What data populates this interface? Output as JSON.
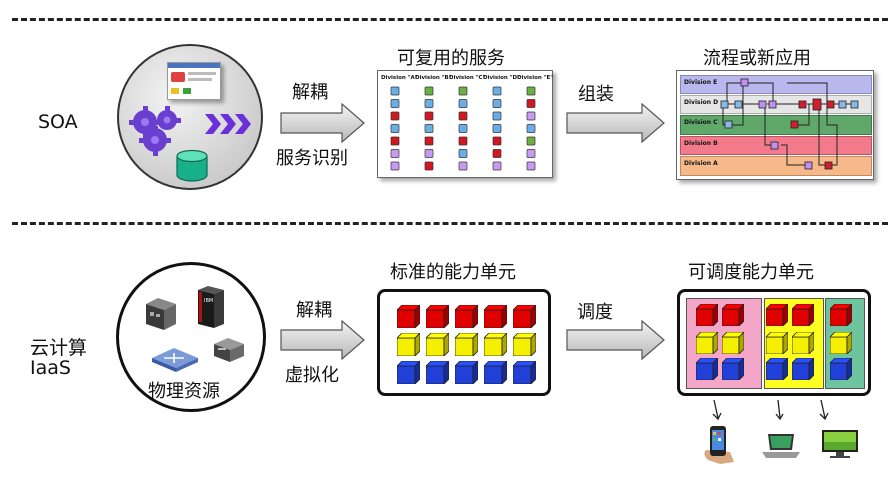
{
  "top": {
    "label": "SOA",
    "decouple_label": "解耦",
    "identify_label": "服务识别",
    "reusable_title": "可复用的服务",
    "divisions": [
      "Division \"A\"",
      "Division \"B\"",
      "Division \"C\"",
      "Division \"D\"",
      "Division \"E\""
    ],
    "assemble_label": "组装",
    "process_title": "流程或新应用",
    "lanes": [
      "Division E",
      "Division D",
      "Division C",
      "Division B",
      "Division A"
    ]
  },
  "bottom": {
    "label_line1": "云计算",
    "label_line2": "IaaS",
    "physical_label": "物理资源",
    "decouple_label": "解耦",
    "virtualize_label": "虚拟化",
    "standard_title": "标准的能力单元",
    "schedule_label": "调度",
    "schedulable_title": "可调度能力单元",
    "ibm_label": "IBM"
  },
  "colors": {
    "cube_red": "#e00000",
    "cube_yellow": "#f5f000",
    "cube_blue": "#2040d8",
    "group_pink": "#f4a6c8",
    "group_yellow": "#ffff22",
    "group_green": "#6fc4a0",
    "lane_e": "#b8b8ee",
    "lane_d": "#e6e6e6",
    "lane_c": "#5fa86a",
    "lane_b": "#f27a8a",
    "lane_a": "#f7b98a"
  }
}
